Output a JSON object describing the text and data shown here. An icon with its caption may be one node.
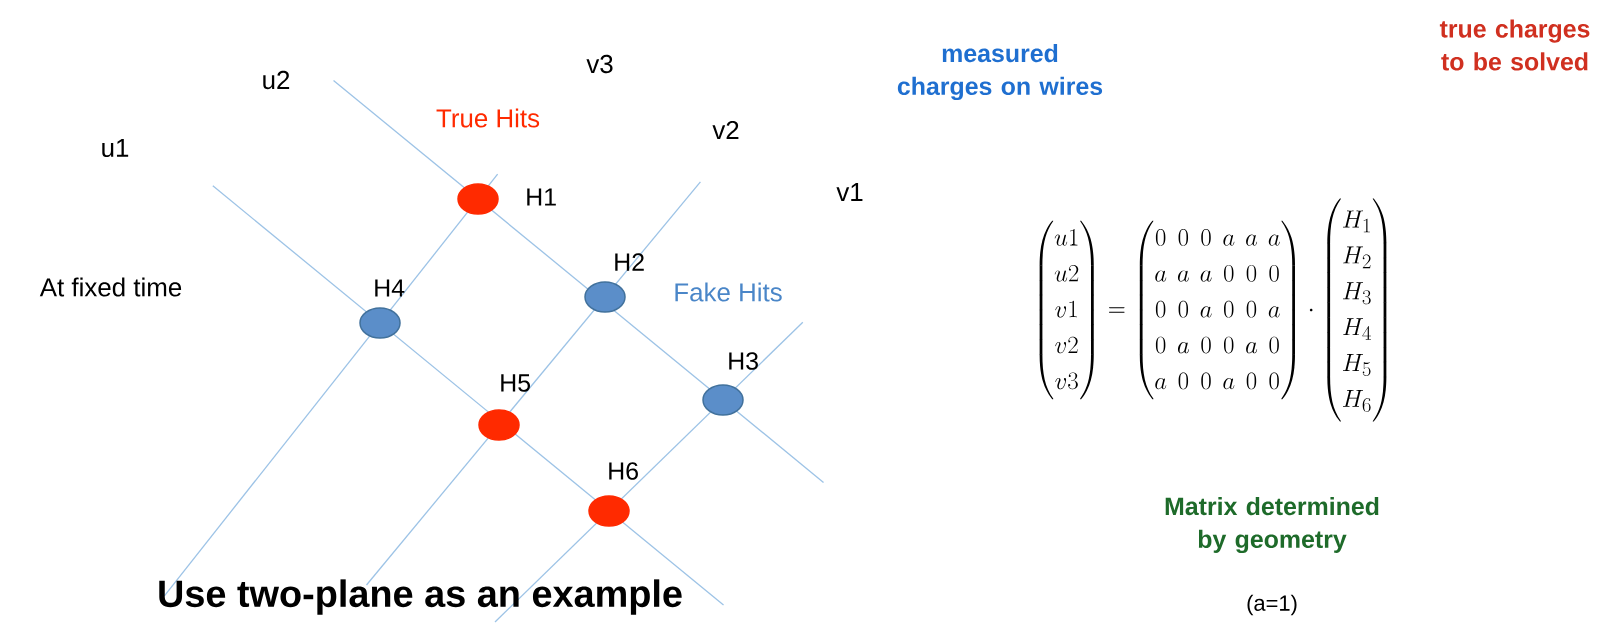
{
  "diagram": {
    "nodes": [
      {
        "text": [],
        "shape": "circle",
        "beside": [
          "H1"
        ]
      },
      {
        "text": [],
        "shape": "circle",
        "beside": [
          "H2"
        ]
      },
      {
        "text": [],
        "shape": "circle",
        "beside": [
          "H3"
        ]
      },
      {
        "text": [],
        "shape": "circle",
        "beside": [
          "H4"
        ]
      },
      {
        "text": [],
        "shape": "circle",
        "beside": [
          "H5"
        ]
      },
      {
        "text": [],
        "shape": "circle",
        "beside": [
          "H6"
        ]
      }
    ],
    "labels": [
      "u2",
      "v3",
      "u1",
      "True Hits",
      "v2",
      "v1",
      "measured charges on wires",
      "true charges to be solved",
      "At fixed time",
      "Fake Hits",
      "\\begin{pmatrix} u1 \\\\ u2 \\\\ v1 \\\\ v2 \\\\ v3 \\end{pmatrix} = \\begin{pmatrix} 0 & 0 & 0 & a & a & a \\\\ a & a & a & 0 & 0 & 0 \\\\ 0 & 0 & a & 0 & 0 & a \\\\ 0 & a & 0 & 0 & a & 0 \\\\ a & 0 & 0 & a & 0 & 0 \\end{pmatrix} \\cdot \\begin{pmatrix} H_1 \\\\ H_2 \\\\ H_3 \\\\ H_4 \\\\ H_5 \\\\ H_6 \\end{pmatrix}",
      "Matrix determined by geometry",
      "Use two-plane as an example",
      "(a=1)"
    ]
  }
}
